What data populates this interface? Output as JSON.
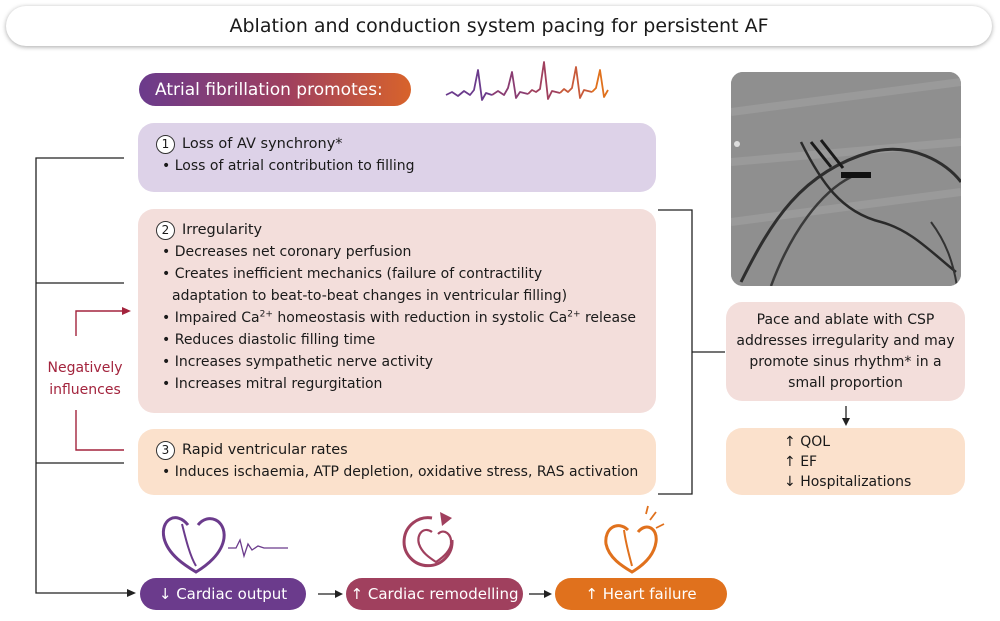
{
  "title": "Ablation and conduction system pacing for persistent AF",
  "promotes_label": "Atrial fibrillation promotes:",
  "negatively_influences": [
    "Negatively",
    "influences"
  ],
  "boxes": [
    {
      "number": "1",
      "heading": "Loss of AV synchrony",
      "heading_mark": "*",
      "bullets": [
        "Loss of atrial contribution to filling"
      ]
    },
    {
      "number": "2",
      "heading": "Irregularity",
      "bullets": [
        "Decreases net coronary perfusion",
        "Creates inefficient mechanics (failure of contractility adaptation to beat-to-beat changes in ventricular filling)",
        "Reduces diastolic filling time",
        "Increases sympathetic nerve activity",
        "Increases mitral regurgitation"
      ],
      "calcium_bullet": {
        "a": "Impaired Ca",
        "sup1": "2+",
        "b": " homeostasis with reduction in systolic Ca",
        "sup2": "2+",
        "c": " release"
      }
    },
    {
      "number": "3",
      "heading": "Rapid ventricular rates",
      "bullets": [
        "Induces ischaemia, ATP depletion, oxidative stress, RAS activation"
      ]
    }
  ],
  "pace_text": "Pace and ablate with CSP addresses irregularity and may promote sinus rhythm* in a small proportion",
  "outcomes": [
    {
      "arrow": "↑",
      "label": "QOL"
    },
    {
      "arrow": "↑",
      "label": "EF"
    },
    {
      "arrow": "↓",
      "label": "Hospitalizations"
    }
  ],
  "bottom_pills": [
    {
      "arrow": "↓",
      "label": "Cardiac output",
      "color": "#6b3b8c"
    },
    {
      "arrow": "↑",
      "label": "Cardiac remodelling",
      "color": "#a0405e"
    },
    {
      "arrow": "↑",
      "label": "Heart failure",
      "color": "#e0711d"
    }
  ],
  "colors": {
    "purple": "#6b3b8c",
    "plum": "#a0405e",
    "orange": "#e0711d",
    "red_text": "#a3243d"
  },
  "icons": [
    "ecg-waveform-icon",
    "heart-ecg-icon",
    "heart-remodelling-icon",
    "heart-failure-icon",
    "fluoroscopy-image"
  ]
}
